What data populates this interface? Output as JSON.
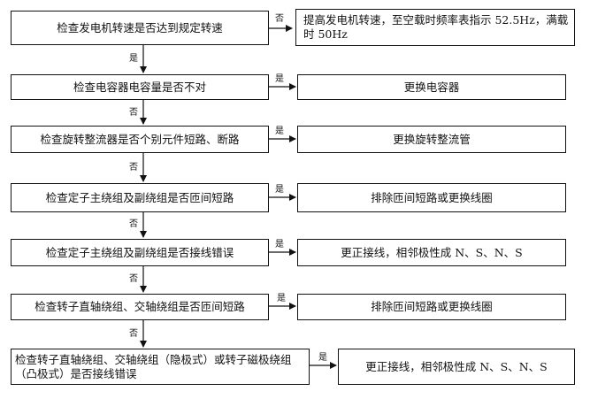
{
  "checks": [
    "检查发电机转速是否达到规定转速",
    "检查电容器电容量是否不对",
    "检查旋转整流器是否个别元件短路、断路",
    "检查定子主绕组及副绕组是否匝间短路",
    "检查定子主绕组及副绕组是否接线错误",
    "检查转子直轴绕组、交轴绕组是否匝间短路",
    "检查转子直轴绕组、交轴绕组（隐极式）或转子磁极绕组（凸极式）是否接线错误"
  ],
  "actions": [
    "提高发电机转速，至空载时频率表指示 52.5Hz，满载时 50Hz",
    "更换电容器",
    "更换旋转整流管",
    "排除匝间短路或更换线圈",
    "更正接线，相邻极性成 N、S、N、S",
    "排除匝间短路或更换线圈",
    "更正接线，相邻极性成 N、S、N、S"
  ],
  "branch_labels": [
    "否",
    "是",
    "是",
    "是",
    "是",
    "是",
    "是"
  ],
  "down_labels": [
    "是",
    "否",
    "否",
    "否",
    "否",
    "否"
  ]
}
